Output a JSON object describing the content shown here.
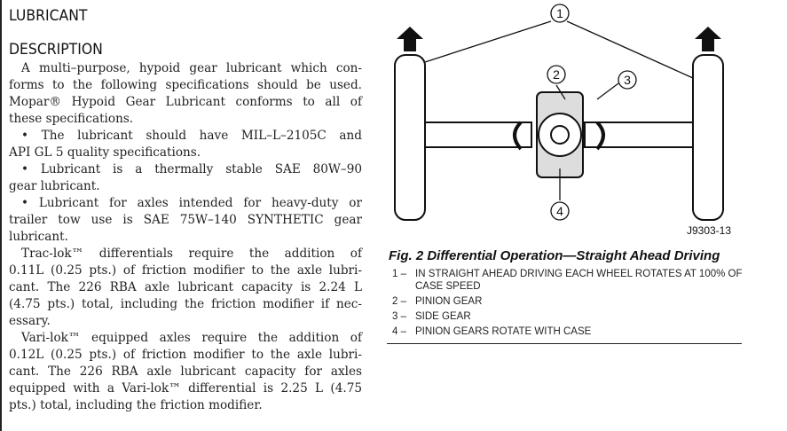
{
  "section_title": "LUBRICANT",
  "subsection_title": "DESCRIPTION",
  "body_lines": [
    {
      "t": "A multi–purpose, hypoid gear lubricant which con-",
      "ind": true
    },
    {
      "t": "forms to the following specifications should be used."
    },
    {
      "t": "Mopar® Hypoid Gear Lubricant conforms to all of"
    },
    {
      "t": "these specifications.",
      "last": true
    },
    {
      "t": "• The lubricant should have MIL–L–2105C and",
      "ind": true
    },
    {
      "t": "API GL 5 quality specifications.",
      "last": true
    },
    {
      "t": "• Lubricant is a thermally stable SAE 80W–90",
      "ind": true
    },
    {
      "t": "gear lubricant.",
      "last": true
    },
    {
      "t": "• Lubricant for axles intended for heavy-duty or",
      "ind": true
    },
    {
      "t": "trailer tow use is SAE 75W–140 SYNTHETIC gear"
    },
    {
      "t": "lubricant.",
      "last": true
    },
    {
      "t": "Trac-lok™ differentials require the addition of",
      "ind": true
    },
    {
      "t": "0.11L (0.25 pts.) of friction modifier to the axle lubri-"
    },
    {
      "t": "cant. The 226 RBA axle lubricant capacity is 2.24 L"
    },
    {
      "t": "(4.75 pts.) total, including the friction modifier if nec-"
    },
    {
      "t": "essary.",
      "last": true
    },
    {
      "t": "Vari-lok™ equipped axles require the addition of",
      "ind": true
    },
    {
      "t": "0.12L (0.25 pts.) of friction modifier to the axle lubri-"
    },
    {
      "t": "cant. The 226 RBA axle lubricant capacity for axles"
    },
    {
      "t": "equipped with a Vari-lok™ differential is 2.25 L (4.75"
    },
    {
      "t": "pts.) total, including the friction modifier.",
      "last": true
    }
  ],
  "figure": {
    "callouts": [
      "1",
      "2",
      "3",
      "4"
    ],
    "code": "J9303-13",
    "caption": "Fig. 2 Differential Operation—Straight Ahead Driving",
    "legend": [
      {
        "num": "1 –",
        "text": "IN STRAIGHT AHEAD DRIVING EACH WHEEL ROTATES AT 100% OF CASE SPEED"
      },
      {
        "num": "2 –",
        "text": "PINION GEAR"
      },
      {
        "num": "3 –",
        "text": "SIDE GEAR"
      },
      {
        "num": "4 –",
        "text": "PINION GEARS ROTATE WITH CASE"
      }
    ]
  }
}
